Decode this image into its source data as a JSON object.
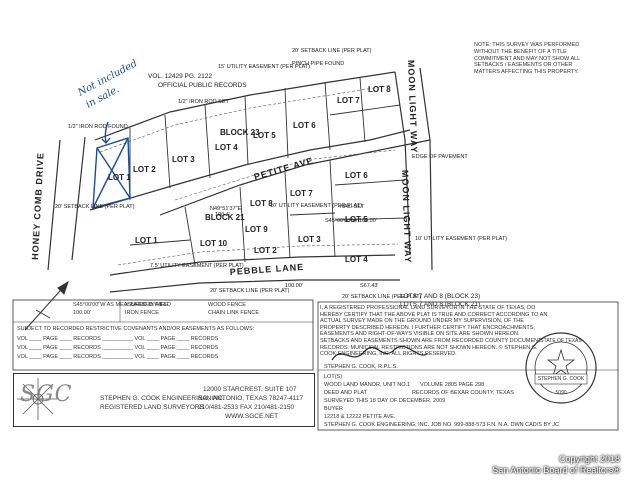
{
  "plat": {
    "volume": "VOL. 12429 PG. 2122",
    "records": "OFFICIAL PUBLIC RECORDS",
    "streets": {
      "pebble_lane": "PEBBLE LANE",
      "honey_comb_drive": "HONEY COMB DRIVE",
      "moon_light_way": "MOON LIGHT WAY",
      "petite_ave": "PETITE AVE"
    },
    "blocks": [
      "BLOCK 23",
      "BLOCK 21"
    ],
    "lots_block23": [
      "LOT 1",
      "LOT 2",
      "LOT 3",
      "LOT 4",
      "LOT 5",
      "LOT 6",
      "LOT 7",
      "LOT 8"
    ],
    "lots_block21": [
      "LOT 1",
      "LOT 2",
      "LOT 3",
      "LOT 4",
      "LOT 5",
      "LOT 6",
      "LOT 7",
      "LOT 8",
      "LOT 9",
      "LOT 10"
    ],
    "annotations": {
      "utility_easement": "10' UTILITY EASEMENT (PER PLAT)",
      "setback": "20' SETBACK LINE (PER PLAT)",
      "iron_rod_set": "1/2\" IRON ROD SET",
      "iron_rod_found": "1/2\" IRON ROD FOUND",
      "pinch_pipe": "PINCH PIPE FOUND",
      "bearing_1": "N49°51'37\"E",
      "dist_1": "100.4'",
      "bearing_2": "S45°00'00\"W 100.00'",
      "dist_pebble": "100.00'",
      "dist_moon": "S67.43'",
      "edge_pavement": "EDGE OF PAVEMENT",
      "nail_set": "NAIL SET",
      "utility_easement_15": "15' UTILITY EASEMENT (PER PLAT)",
      "utility_easement_75": "7.5' UTILITY EASEMENT (PER PLAT)"
    },
    "handwritten": "Not included in sale."
  },
  "lots_note": [
    "LOTS 7 AND 8 (BLOCK 23)",
    "LOTS 7 AND 8 (BLOCK 21)"
  ],
  "survey_note": "NOTE: THIS SURVEY WAS PERFORMED WITHOUT THE BENEFIT OF A TITLE COMMITMENT AND MAY NOT SHOW ALL SETBACKS / EASEMENTS OR OTHER MATTERS AFFECTING THIS PROPERTY.",
  "certification": "I, A REGISTERED PROFESSIONAL LAND SURVEYOR IN THE STATE OF TEXAS, DO HEREBY CERTIFY THAT THE ABOVE PLAT IS TRUE AND CORRECT ACCORDING TO AN ACTUAL SURVEY MADE ON THE GROUND UNDER MY SUPERVISION, OF THE PROPERTY DESCRIBED HEREON. I FURTHER CERTIFY THAT ENCROACHMENTS, EASEMENTS AND RIGHT-OF-WAYS VISIBLE ON SITE ARE SHOWN HEREON. SETBACKS AND EASEMENTS SHOWN ARE FROM RECORDED COUNTY DOCUMENT RECORDS. MUNICIPAL RESTRICTIONS ARE NOT SHOWN HEREON. © STEPHEN G. COOK ENGINEERING, INC. ALL RIGHTS RESERVED.",
  "signature_name": "STEPHEN G. COOK, R.P.L.S.",
  "seal": {
    "top": "STATE OF TEXAS",
    "name": "STEPHEN G. COOK",
    "number": "5090"
  },
  "legend": {
    "row1": "S45°00'00\"W  AS MEASURED IN FIELD",
    "row1b": "100.00'",
    "barbed": "X BARBED WIRE",
    "wood_fence": "WOOD FENCE",
    "iron_fence": "IRON FENCE",
    "chain_link": "CHAIN LINK FENCE",
    "subject": "SUBJECT TO RECORDED RESTRICTIVE COVENANTS AND/OR EASEMENTS AS FOLLOWS:",
    "vol": "VOL",
    "page": "PAGE",
    "records": "RECORDS"
  },
  "company": {
    "logo": "SGC",
    "name": "STEPHEN G. COOK ENGINEERING, INC.",
    "sub": "REGISTERED LAND SURVEYORS",
    "address1": "12000 STARCREST, SUITE 107",
    "address2": "SAN ANTONIO, TEXAS 78247-4117",
    "phone": "210/481-2533",
    "fax": "FAX 210/481-2150",
    "web": "WWW.SGCE.NET"
  },
  "title_block": {
    "lot": "LOT(S)",
    "subdivision": "WOOD LAND MANOR, UNIT NO.1",
    "volume_label": "VOLUME",
    "volume": "2805",
    "page_label": "PAGE",
    "page": "298",
    "deed_plat": "DEED AND PLAT",
    "records_of": "RECORDS OF",
    "county": "BEXAR",
    "county_label": "COUNTY, TEXAS",
    "surveyed": "SURVEYED THIS",
    "day": "18",
    "day_of": "DAY OF",
    "month": "DECEMBER",
    "year": "09",
    "buyer": "BUYER",
    "address": "12218 & 12222 PETITE AVE.",
    "job": "JOB NO.",
    "job_no": "999-888-573",
    "fn": "F.N.",
    "fn_val": "N.A.",
    "dwn": "DWN",
    "dwn_val": "CAD/S",
    "chkd": "BY",
    "chkd_val": "JC",
    "firm": "STEPHEN G. COOK ENGINEERING, INC."
  },
  "watermark": {
    "line1": "Copyright 2018",
    "line2": "San Antonio Board of Realtors®"
  }
}
